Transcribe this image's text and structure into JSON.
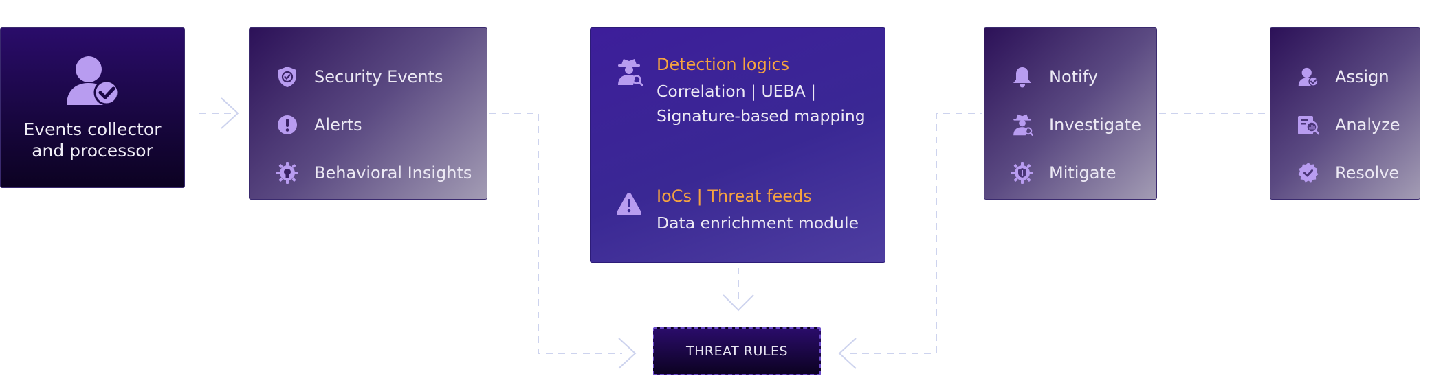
{
  "collector": {
    "title": "Events collector and processor",
    "icon": "user-check-icon"
  },
  "event_types": {
    "items": [
      {
        "label": "Security Events",
        "icon": "shield-check-icon"
      },
      {
        "label": "Alerts",
        "icon": "alert-circle-icon"
      },
      {
        "label": "Behavioral Insights",
        "icon": "gear-bulb-icon"
      }
    ]
  },
  "detection": {
    "logic": {
      "heading": "Detection logics",
      "body": "Correlation | UEBA | Signature-based mapping",
      "icon": "detective-icon"
    },
    "feeds": {
      "heading": "IoCs | Threat feeds",
      "body": "Data enrichment module",
      "icon": "warning-triangle-icon"
    }
  },
  "response": {
    "items": [
      {
        "label": "Notify",
        "icon": "bell-icon"
      },
      {
        "label": "Investigate",
        "icon": "detective-icon"
      },
      {
        "label": "Mitigate",
        "icon": "gear-shield-icon"
      }
    ]
  },
  "resolution": {
    "items": [
      {
        "label": "Assign",
        "icon": "user-check-icon"
      },
      {
        "label": "Analyze",
        "icon": "chart-magnifier-icon"
      },
      {
        "label": "Resolve",
        "icon": "check-badge-icon"
      }
    ]
  },
  "threat_rules": {
    "label": "THREAT RULES"
  },
  "colors": {
    "accent": "#f5a340",
    "icon": "#b89cf0",
    "connector": "#cdd3ee",
    "deep_purple": "#17063d"
  }
}
